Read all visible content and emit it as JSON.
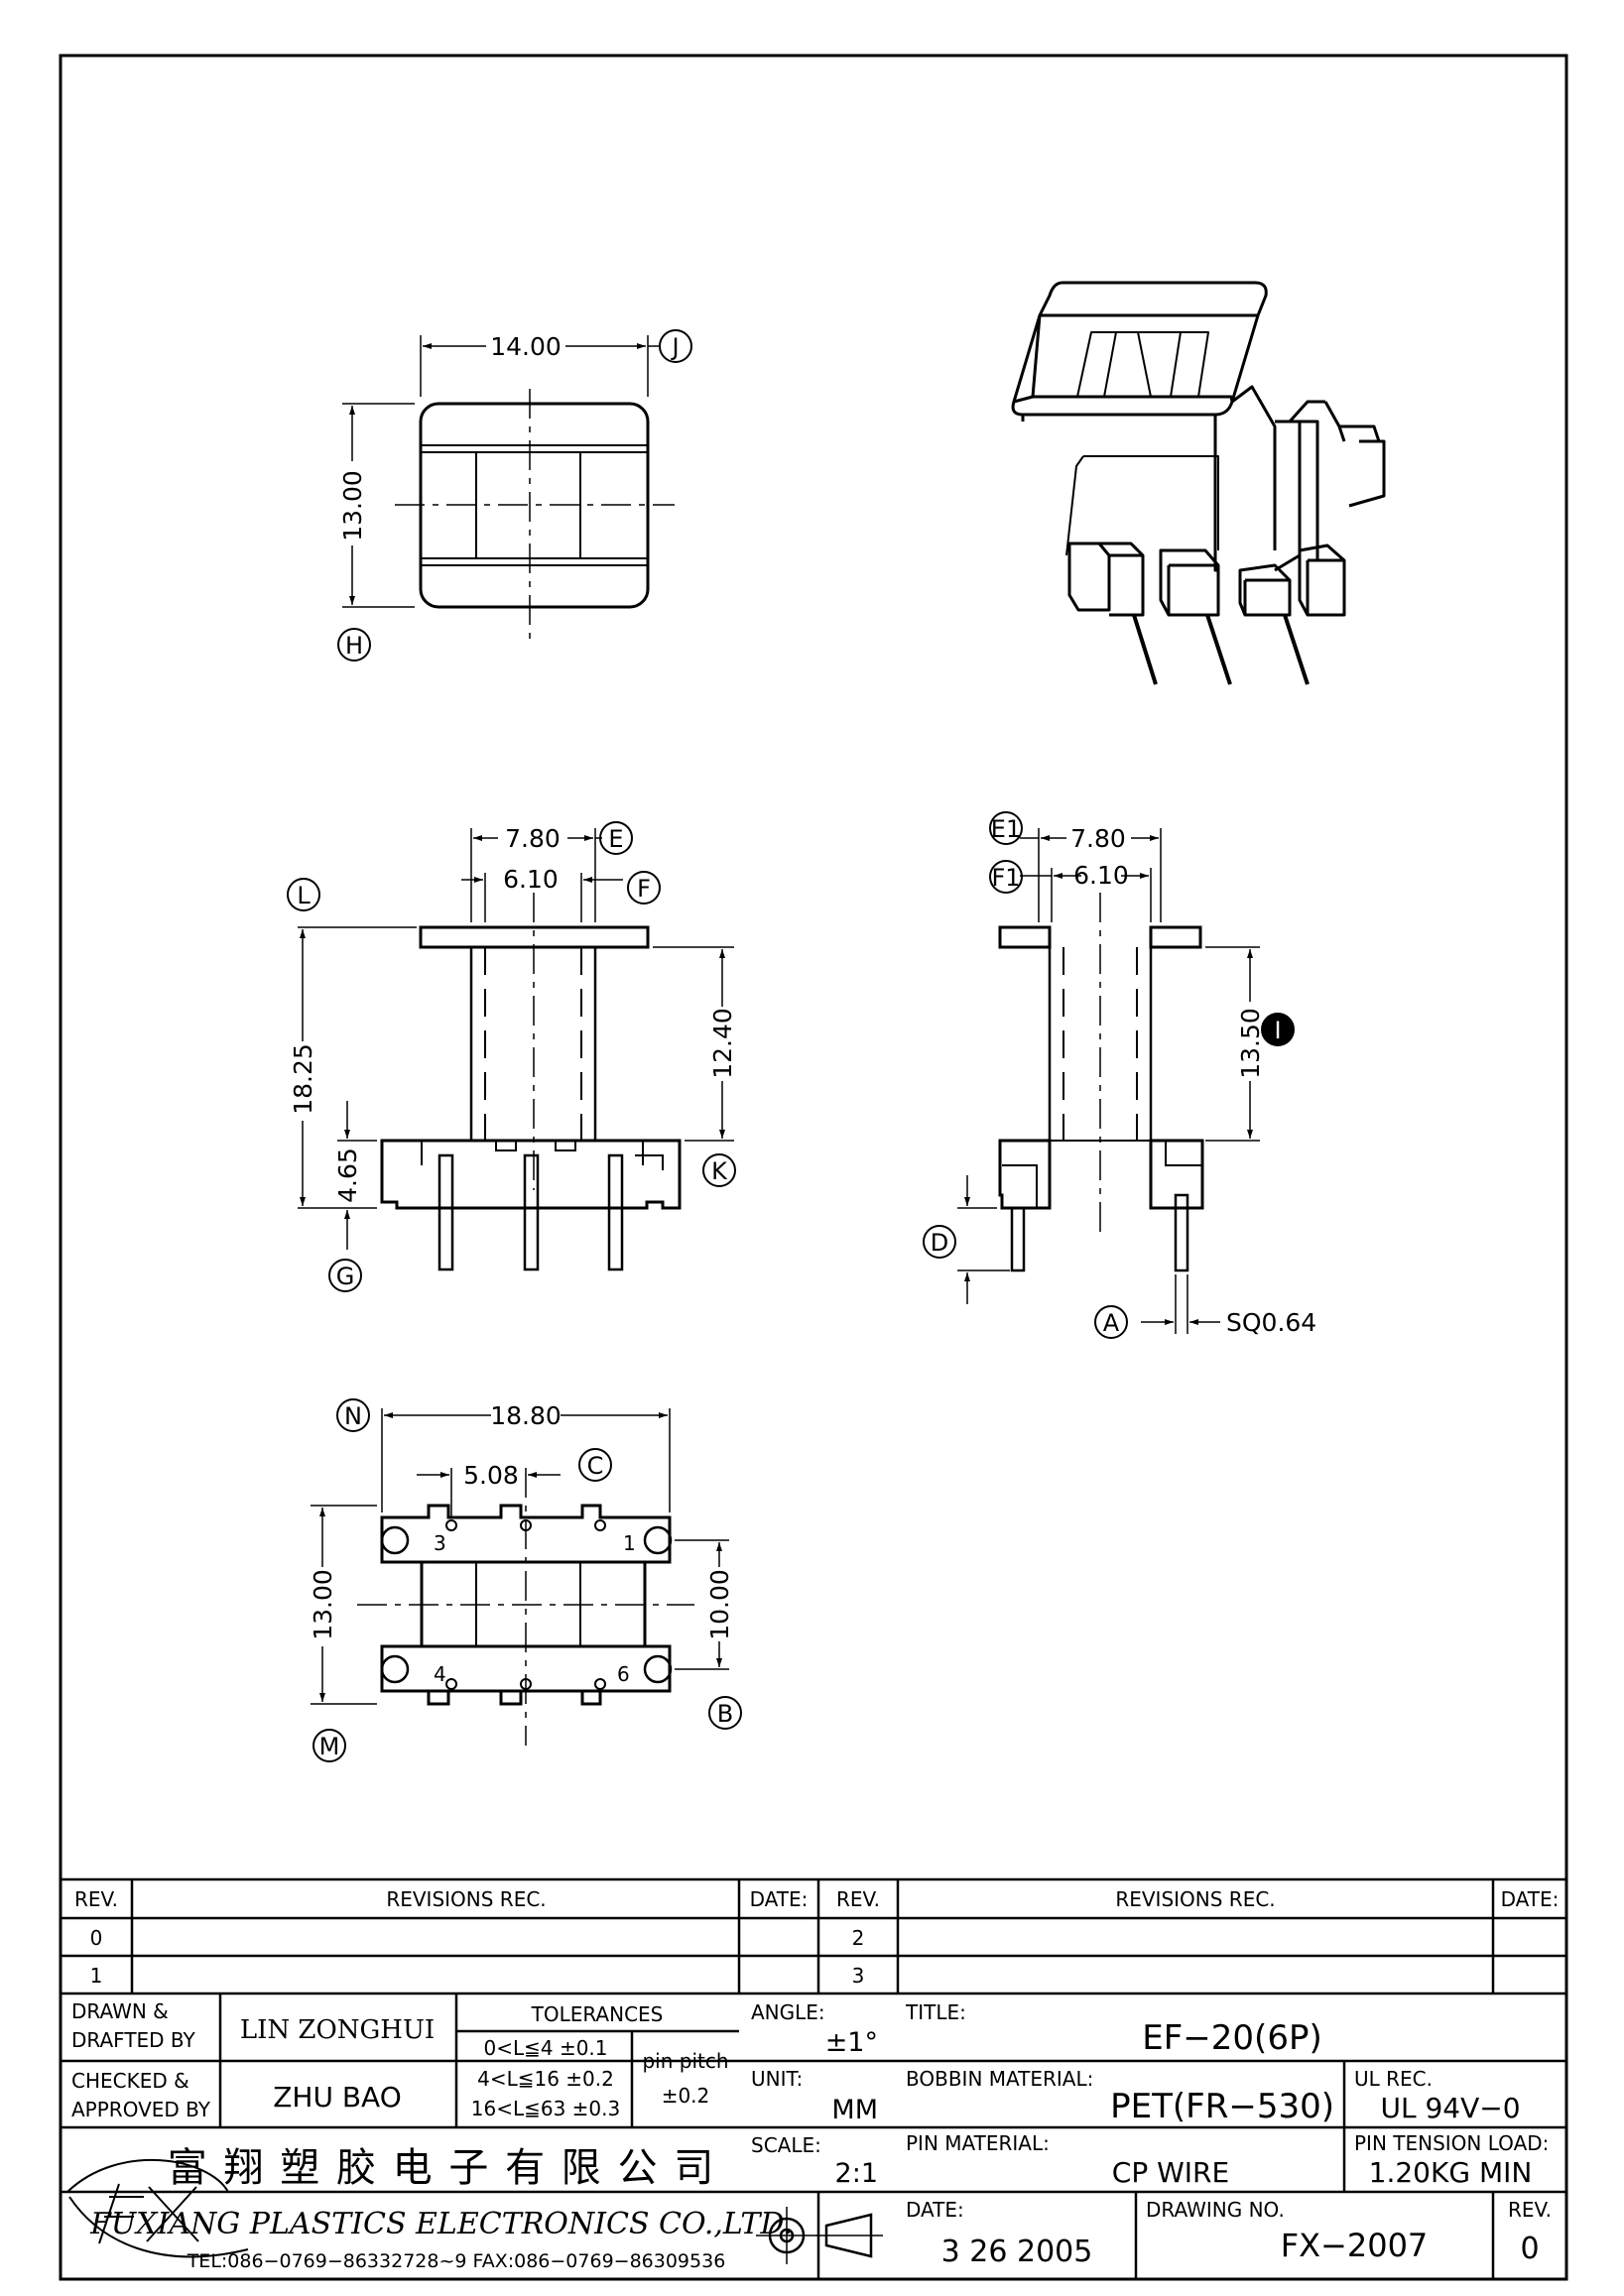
{
  "drawing": {
    "top_view": {
      "width": "14.00",
      "height": "13.00",
      "label_width": "J",
      "label_height": "H"
    },
    "front_view": {
      "outer": "7.80",
      "inner": "6.10",
      "total_height": "18.25",
      "winding_height": "12.40",
      "base_height": "4.65",
      "labels": {
        "outer": "E",
        "inner": "F",
        "top": "L",
        "base": "K",
        "bottom": "G"
      }
    },
    "side_view": {
      "outer": "7.80",
      "inner": "6.10",
      "height": "13.50",
      "pin_size": "SQ0.64",
      "labels": {
        "outer": "E1",
        "inner": "F1",
        "height": "I",
        "pin_offset": "D",
        "pin": "A"
      }
    },
    "bottom_view": {
      "width": "18.80",
      "pitch": "5.08",
      "height": "13.00",
      "row_spacing": "10.00",
      "labels": {
        "width": "N",
        "pitch": "C",
        "row": "B",
        "height": "M"
      },
      "pins": [
        "3",
        "1",
        "4",
        "6"
      ]
    }
  },
  "revisions": {
    "headers": {
      "rev": "REV.",
      "rec": "REVISIONS   REC.",
      "date": "DATE:"
    },
    "left_revs": [
      "0",
      "1"
    ],
    "right_revs": [
      "2",
      "3"
    ]
  },
  "title_block": {
    "drawn_label_1": "DRAWN &",
    "drawn_label_2": "DRAFTED BY",
    "drawn_by": "LIN ZONGHUI",
    "checked_label_1": "CHECKED &",
    "checked_label_2": "APPROVED BY",
    "checked_by": "ZHU BAO",
    "tolerances_title": "TOLERANCES",
    "tol_1": "0<L≦4   ±0.1",
    "tol_2": "4<L≦16  ±0.2",
    "tol_3": "16<L≦63  ±0.3",
    "pin_pitch_label": "pin  pitch",
    "pin_pitch_value": "±0.2",
    "angle_label": "ANGLE:",
    "angle_value": "±1°",
    "unit_label": "UNIT:",
    "unit_value": "MM",
    "scale_label": "SCALE:",
    "scale_value": "2:1",
    "title_label": "TITLE:",
    "title_value": "EF−20(6P)",
    "bobbin_label": "BOBBIN MATERIAL:",
    "bobbin_value": "PET(FR−530)",
    "ul_label": "UL REC.",
    "ul_value": "UL  94V−0",
    "pin_material_label": "PIN MATERIAL:",
    "pin_material_value": "CP  WIRE",
    "pin_tension_label": "PIN TENSION LOAD:",
    "pin_tension_value": "1.20KG  MIN",
    "date_label": "DATE:",
    "date_value": "3  26  2005",
    "drawing_no_label": "DRAWING NO.",
    "drawing_no_value": "FX−2007",
    "rev_label": "REV.",
    "rev_value": "0",
    "company_cn": "富 翔 塑 胶 电 子 有 限 公 司",
    "company_en": "FUXIANG PLASTICS ELECTRONICS CO.,LTD.",
    "contact": "TEL:086−0769−86332728~9  FAX:086−0769−86309536",
    "logo_text": "FX"
  }
}
